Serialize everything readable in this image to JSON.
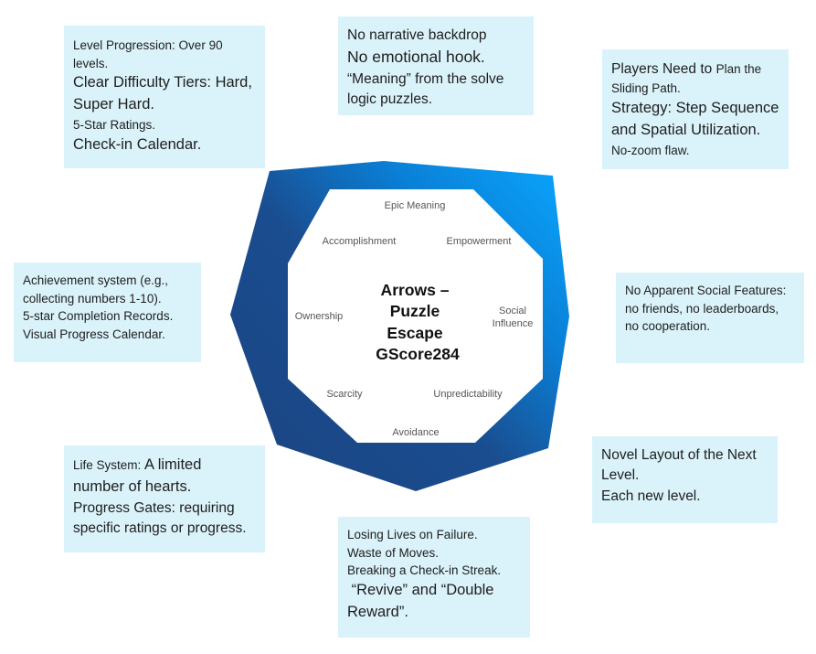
{
  "diagram": {
    "title": "Arrows – Puzzle Escape GScore284",
    "title_lines": [
      "Arrows –",
      "Puzzle",
      "Escape",
      "GScore284"
    ],
    "colors": {
      "note_bg": "#daf3fa",
      "octagon_dark": "#1b4583",
      "octagon_light": "#0a9df5",
      "inner_fill": "#ffffff"
    },
    "drives": {
      "epic_meaning": "Epic Meaning",
      "accomplishment": "Accomplishment",
      "empowerment": "Empowerment",
      "ownership": "Ownership",
      "social_influence_1": "Social",
      "social_influence_2": "Influence",
      "scarcity": "Scarcity",
      "unpredictability": "Unpredictability",
      "avoidance": "Avoidance"
    },
    "notes": {
      "accomplishment": [
        "Level Progression: Over 90",
        "levels.",
        "Clear Difficulty Tiers: Hard,",
        "Super Hard.",
        "5-Star Ratings.",
        "Check-in Calendar."
      ],
      "epic_meaning": [
        "No narrative backdrop",
        "No emotional hook.",
        "“Meaning” from the solve",
        "logic puzzles."
      ],
      "empowerment": {
        "line1_a": "Players Need to ",
        "line1_b": "Plan the",
        "line2": "Sliding Path.",
        "line3": "Strategy: Step Sequence",
        "line4": "and Spatial Utilization.",
        "line5": "No-zoom flaw."
      },
      "ownership": [
        "Achievement system (e.g.,",
        "collecting numbers 1-10).",
        "5-star Completion Records.",
        "Visual Progress Calendar."
      ],
      "social_influence": [
        "No Apparent Social Features:",
        "no friends, no leaderboards,",
        "no cooperation."
      ],
      "scarcity": {
        "line1_a": "Life System: ",
        "line1_b": "A limited",
        "line2": "number of hearts.",
        "line3": "Progress Gates: requiring",
        "line4": "specific ratings or progress."
      },
      "unpredictability": [
        "Novel Layout of the Next",
        "Level.",
        "Each new level."
      ],
      "avoidance": [
        "Losing Lives on Failure.",
        "Waste of Moves.",
        "Breaking a Check-in Streak.",
        " “Revive” and “Double",
        "Reward”."
      ]
    }
  }
}
